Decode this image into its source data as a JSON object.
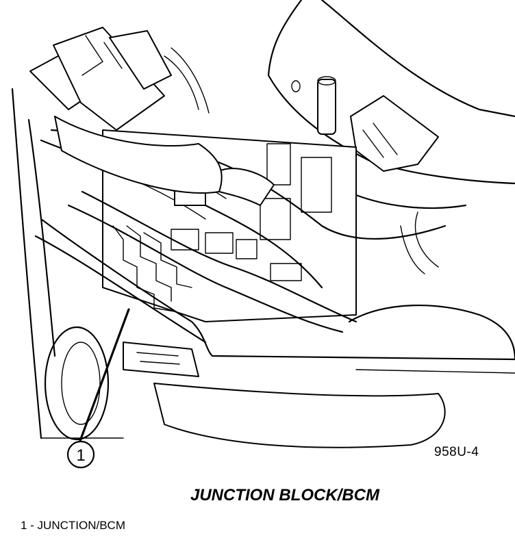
{
  "figure": {
    "id": "958U-4",
    "caption": "JUNCTION BLOCK/BCM"
  },
  "callouts": [
    {
      "number": "1",
      "label": "JUNCTION/BCM"
    }
  ],
  "legend": [
    "1 - JUNCTION/BCM"
  ]
}
